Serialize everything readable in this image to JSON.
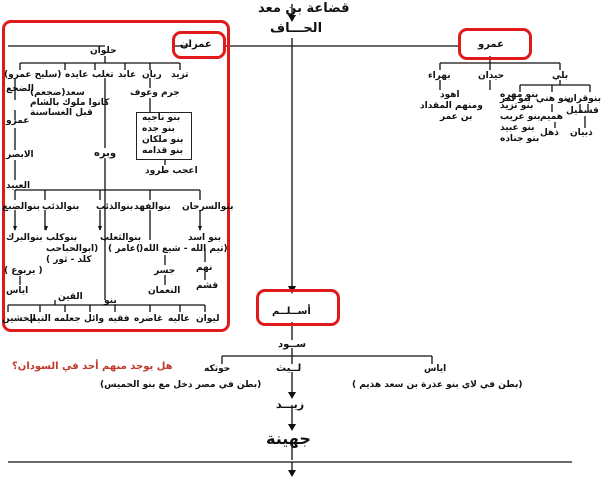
{
  "title": "قضاعة بن معد",
  "subtitle": "الحـــاف",
  "colors": {
    "highlight": "#e01a1a",
    "question": "#c0392b",
    "line": "#111111"
  },
  "left": {
    "imran": "عمران",
    "hulwan": "حلوان",
    "hulwan_sons": [
      "تزيد",
      "ربان",
      "عابد",
      "تغلب",
      "عايده",
      "(سليح عمرو)"
    ],
    "salih_line": [
      "سعد(ضجعم)",
      "كانوا ملوك بالشام",
      "قبل الغساسنة"
    ],
    "dajaam": "الضجع",
    "amr": "عمرو",
    "abyad": "الابصر",
    "ubayd": "العبيد",
    "rabban_sons": "جرم وعوف",
    "jarm_sons": [
      "بنو ناجيه",
      "بنو جده",
      "بنو ملكان",
      "بنو قدامه"
    ],
    "ajab": "اعجب طرود",
    "wabra": "وبره",
    "ubayd_sons": [
      "بنوالضبع",
      "بنوالذئب",
      "بنوالذئب",
      "بنوالفهد",
      "بنوالسرحان"
    ],
    "kalb": "بنوكلب",
    "burk": "بنوالبرك",
    "hubab": "(ابوالحباحب",
    "kalb_sub": "كلد - ثور )",
    "thalab": "بنوالثعلب",
    "thalab_sub": "( عامر )",
    "asad": "بنو اسد",
    "asad_sub": "(تيم الله - شيع الله )",
    "tayhan": "نهم",
    "jasr": "جسر",
    "numan": "النعمان",
    "qaysam": "قشم",
    "yarbu": "( يربوع )",
    "iyas": "اياس",
    "qayn": "القين",
    "banu": "بنو",
    "bottom": [
      "الخشين",
      "التيم",
      "جعلمه",
      "وائل",
      "فقيه",
      "غاضره",
      "عاليه",
      "ليوان"
    ]
  },
  "right": {
    "amr": "عمرو",
    "sons": [
      "بلي",
      "حيدان",
      "بهراء"
    ],
    "bali_sons": [
      "بنوقران",
      "بنو هني",
      "بنو ثمر"
    ],
    "qasmal": "قسميل",
    "hamim": "هميم",
    "dhubyan": "ذبيان",
    "dhahl": "ذهل",
    "haydan_sons": [
      "بنو مهره",
      "بنو تزيد",
      "بنو عريب",
      "بنو عبيد",
      "بنو جناده"
    ],
    "bahra_line": [
      "اهود",
      "ومنهم المقداد",
      "بن عمر"
    ]
  },
  "aslam": "أســلــم",
  "sud": "ســود",
  "layth": "لــيث",
  "hawtaka": "حوتكه",
  "hawtaka_note": "(بطن في مصر دخل مع بنو الحميس)",
  "iyas": "اياس",
  "iyas_note": "(بطن في لاي بنو عذرة بن سعد هذيم )",
  "question": "هل يوجد منهم أحد في السودان؟",
  "zayd": "زيـــد",
  "juhayna": "جهينة"
}
